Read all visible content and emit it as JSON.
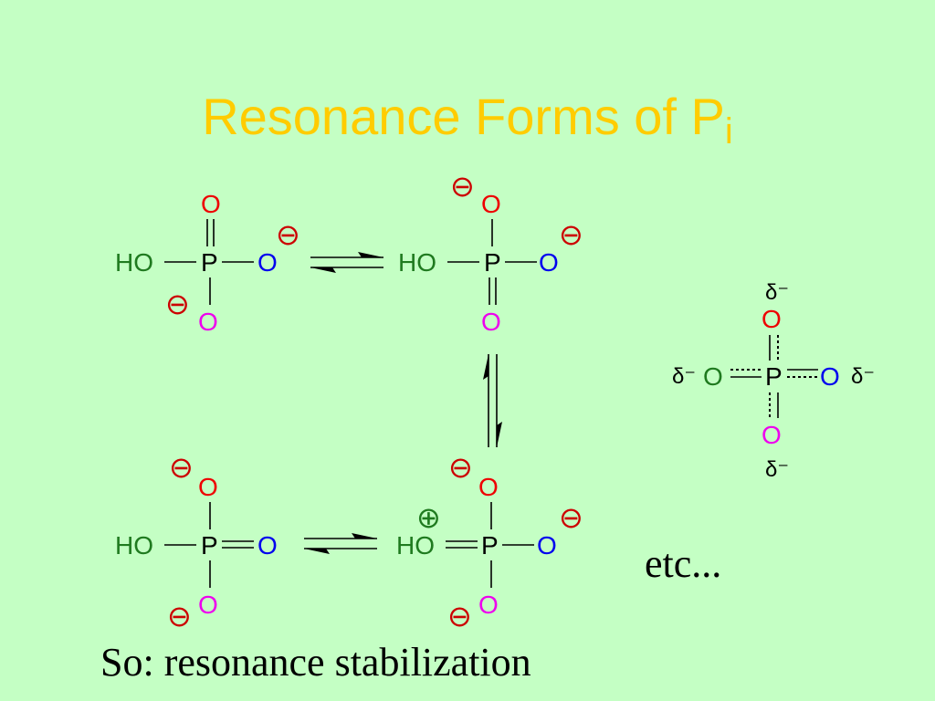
{
  "slide": {
    "title": "Resonance Forms of P",
    "title_subscript": "i",
    "etc_text": "etc...",
    "conclusion": "So: resonance stabilization"
  },
  "atoms": {
    "phosphorus": "P",
    "oxygen": "O",
    "hydroxyl": "HO"
  },
  "charges": {
    "negative": "⊖",
    "positive": "⊕",
    "partial_negative": "δ⁻"
  },
  "colors": {
    "background": "#c4ffc4",
    "title": "#ffcc00",
    "hydroxyl": "#1f7a1f",
    "phosphorus": "#000000",
    "oxygen_red": "#ee0000",
    "oxygen_blue": "#0000ee",
    "oxygen_magenta": "#ee00ee",
    "charge": "#cc0000"
  }
}
